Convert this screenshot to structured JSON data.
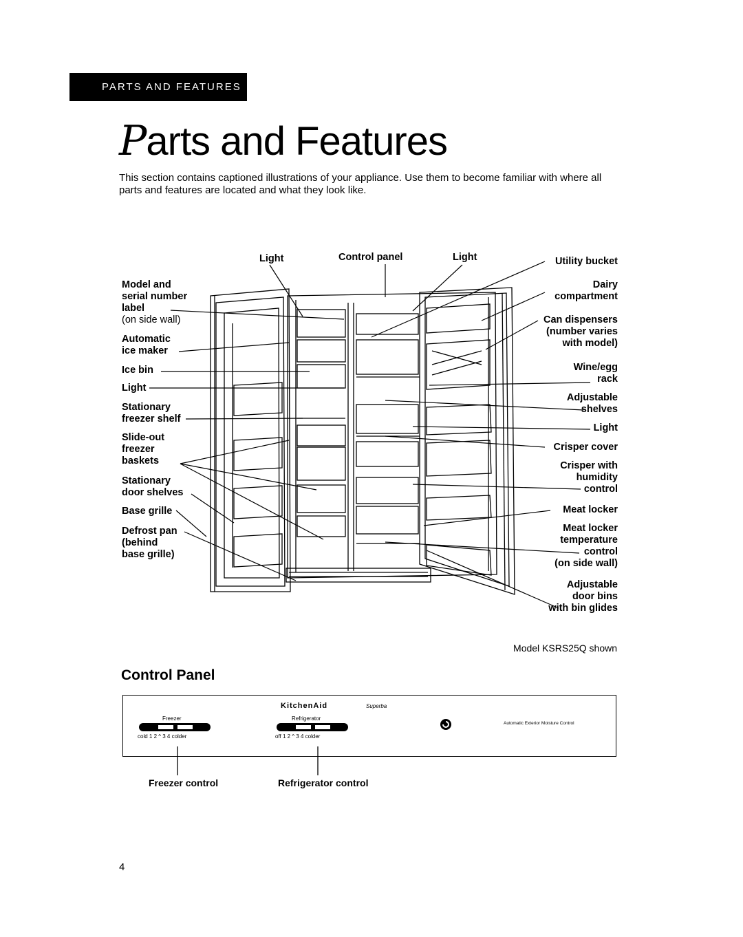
{
  "header": {
    "section_tab": "PARTS AND FEATURES"
  },
  "title": {
    "initial": "P",
    "rest": "arts and Features"
  },
  "intro": "This section contains captioned illustrations of your appliance. Use them to become familiar with where all parts and features are located and what they look like.",
  "diagram": {
    "top_labels": [
      "Light",
      "Control panel",
      "Light"
    ],
    "left_labels": [
      "Model and\nserial number\nlabel",
      "(on side wall)",
      "Automatic\nice maker",
      "Ice bin",
      "Light",
      "Stationary\nfreezer shelf",
      "Slide-out\nfreezer\nbaskets",
      "Stationary\ndoor shelves",
      "Base grille",
      "Defrost pan\n(behind\nbase grille)"
    ],
    "right_labels": [
      "Utility bucket",
      "Dairy\ncompartment",
      "Can dispensers\n(number varies\nwith model)",
      "Wine/egg\nrack",
      "Adjustable\nshelves",
      "Light",
      "Crisper cover",
      "Crisper with\nhumidity\ncontrol",
      "Meat locker",
      "Meat locker\ntemperature\ncontrol\n(on side wall)",
      "Adjustable\ndoor bins\nwith bin glides"
    ],
    "caption": "Model KSRS25Q shown"
  },
  "control_panel": {
    "heading": "Control Panel",
    "brand": "KitchenAid",
    "brand_sub": "Superba",
    "freezer_title": "Freezer",
    "freezer_scale": "cold  1  2  ^  3  4  colder",
    "refrigerator_title": "Refrigerator",
    "refrigerator_scale": "off   1  2  ^  3  4  colder",
    "moisture_label": "Automatic Exterior Moisture Control",
    "freezer_control_label": "Freezer control",
    "refrigerator_control_label": "Refrigerator control"
  },
  "page_number": "4"
}
